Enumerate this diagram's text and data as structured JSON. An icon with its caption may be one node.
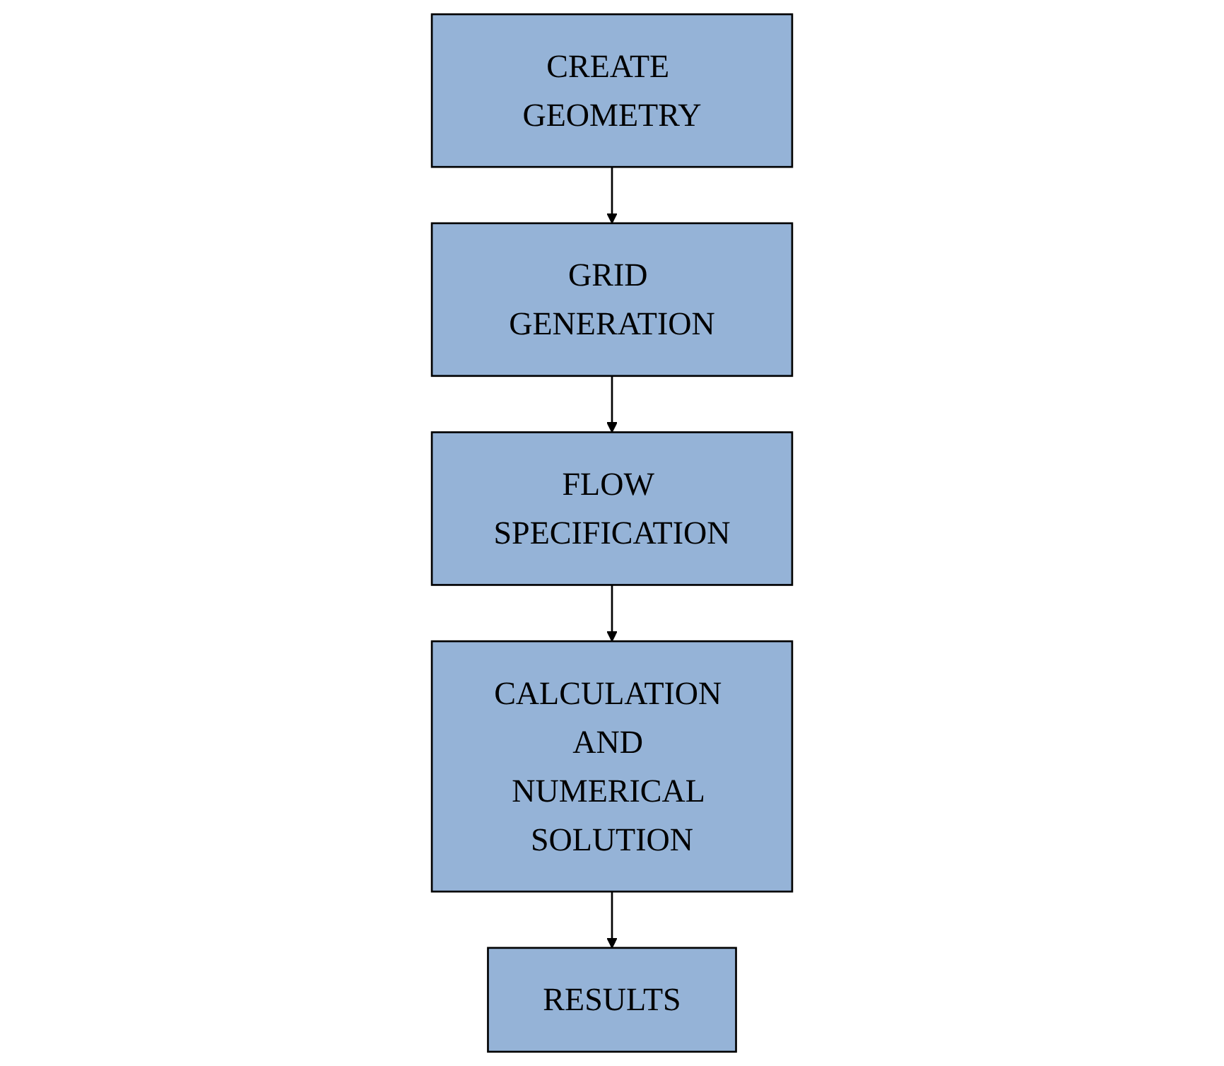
{
  "diagram": {
    "nodes": [
      {
        "text": [
          "CREATE GEOMETRY"
        ]
      },
      {
        "text": [
          "GRID GENERATION"
        ]
      },
      {
        "text": [
          "FLOW SPECIFICATION"
        ]
      },
      {
        "text": [
          "CALCULATION AND NUMERICAL SOLUTION"
        ]
      },
      {
        "text": [
          "RESULTS"
        ]
      }
    ],
    "edges": [
      {
        "from": 0,
        "to": 1,
        "arrow": "to"
      },
      {
        "from": 1,
        "to": 2,
        "arrow": "to"
      },
      {
        "from": 2,
        "to": 3,
        "arrow": "to"
      },
      {
        "from": 3,
        "to": 4,
        "arrow": "to"
      }
    ]
  }
}
